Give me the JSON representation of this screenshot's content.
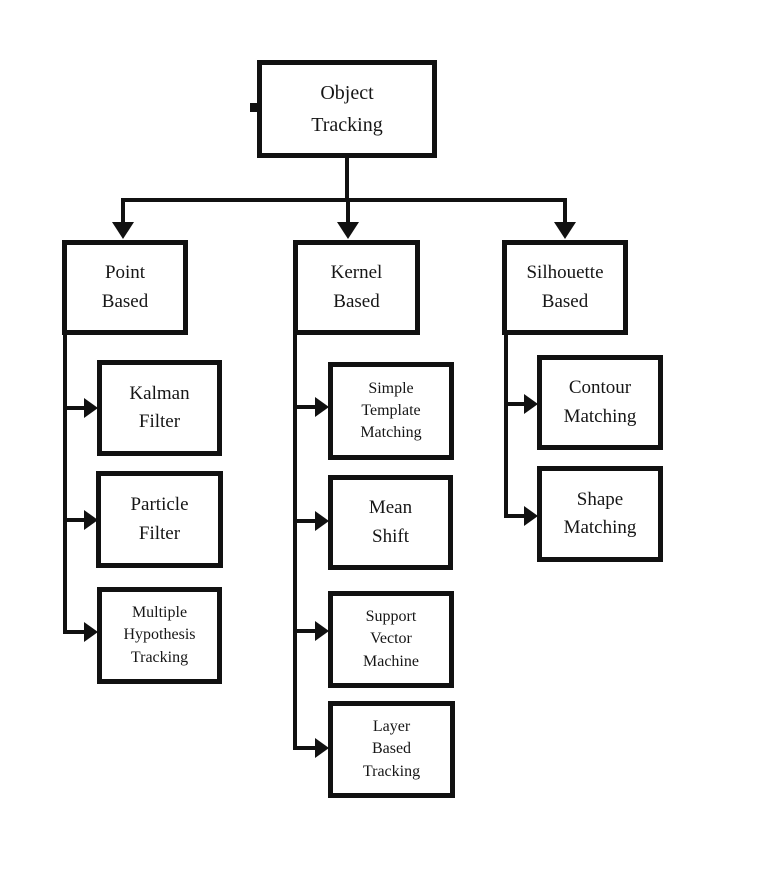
{
  "root": {
    "label": "Object\nTracking"
  },
  "branches": [
    {
      "label": "Point\nBased",
      "children": [
        {
          "label": "Kalman\nFilter"
        },
        {
          "label": "Particle\nFilter"
        },
        {
          "label": "Multiple\nHypothesis\nTracking"
        }
      ]
    },
    {
      "label": "Kernel\nBased",
      "children": [
        {
          "label": "Simple\nTemplate\nMatching"
        },
        {
          "label": "Mean\nShift"
        },
        {
          "label": "Support\nVector\nMachine"
        },
        {
          "label": "Layer\nBased\nTracking"
        }
      ]
    },
    {
      "label": "Silhouette\nBased",
      "children": [
        {
          "label": "Contour\nMatching"
        },
        {
          "label": "Shape\nMatching"
        }
      ]
    }
  ],
  "colors": {
    "line": "#111111",
    "text": "#161616",
    "background": "#ffffff"
  }
}
